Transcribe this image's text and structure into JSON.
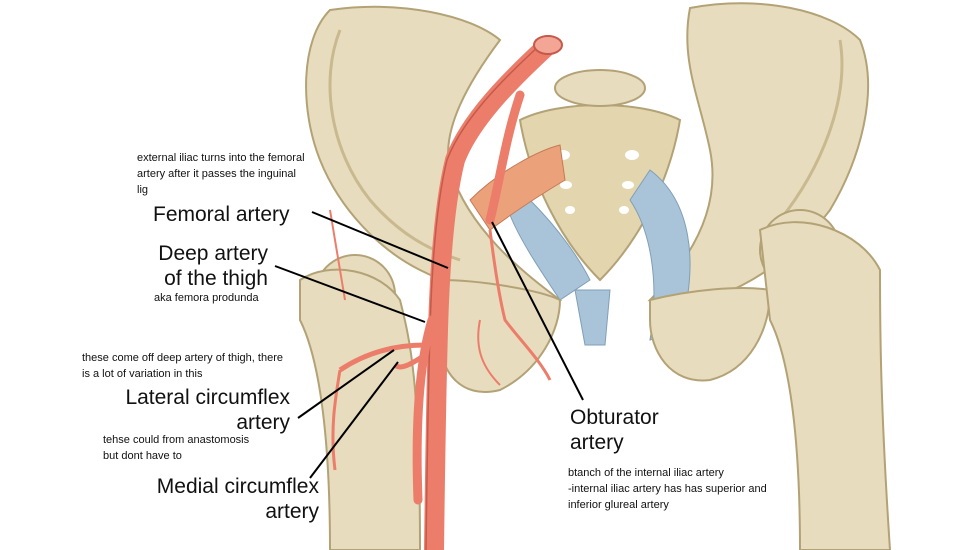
{
  "labels": {
    "femoral_note": "external iliac turns into the femoral\nartery after it passes the inguinal\nlig",
    "femoral_artery": "Femoral artery",
    "deep_artery": "Deep artery\nof the thigh",
    "deep_note": "aka femora produnda",
    "deep_branches_note": "these come off deep artery of thigh, there\nis a lot of variation in this",
    "lateral_circumflex": "Lateral circumflex\nartery",
    "anastomosis_note": "tehse could from anastomosis\nbut dont have to",
    "medial_circumflex": "Medial circumflex\nartery",
    "obturator_artery": "Obturator\nartery",
    "obturator_note": "btanch of the internal iliac artery\n-internal iliac artery has has superior and\ninferior glureal artery"
  },
  "colors": {
    "bone": "#e7dcbd",
    "bone_shadow": "#c9b98f",
    "artery": "#ec7d6b",
    "artery_dark": "#c55a4a",
    "ligament": "#a9c3d8",
    "muscle": "#eba27a",
    "pointer": "#000000"
  }
}
